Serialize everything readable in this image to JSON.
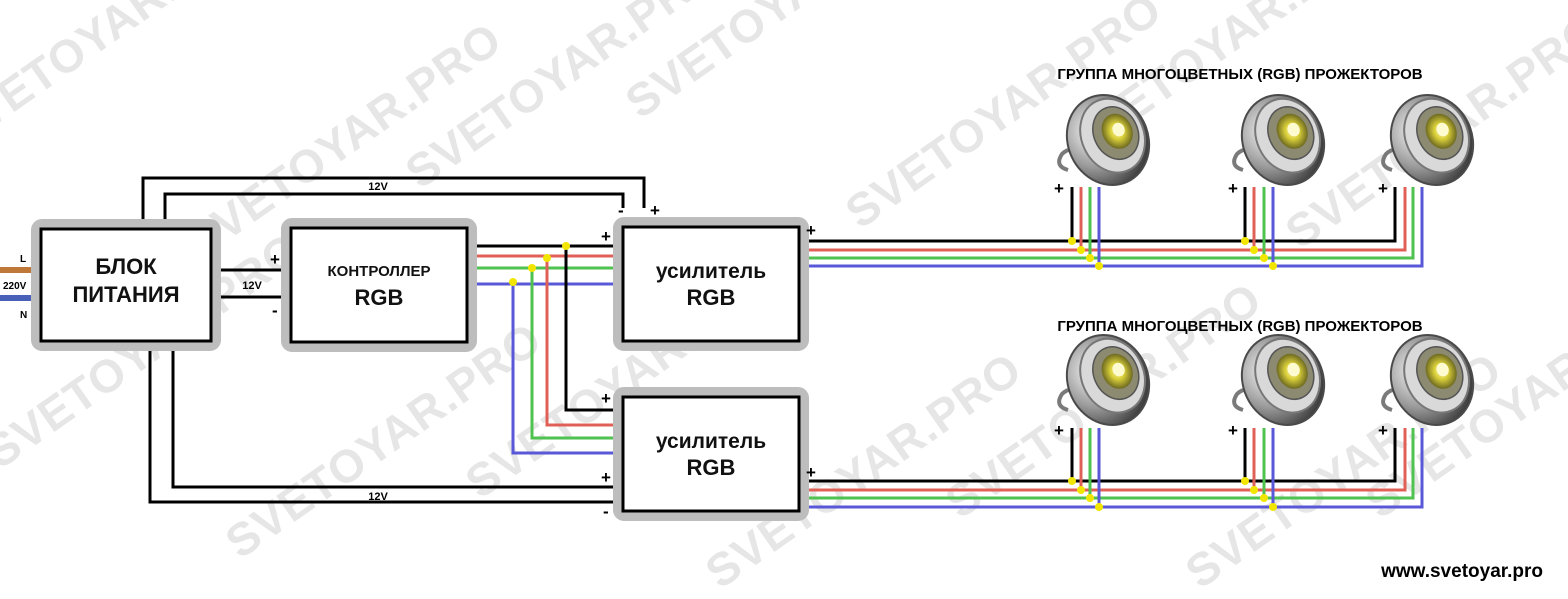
{
  "watermark": "SVETOYAR.PRO",
  "power_supply": {
    "line1": "БЛОК",
    "line2": "ПИТАНИЯ"
  },
  "mains": {
    "l": "L",
    "voltage": "220V",
    "n": "N"
  },
  "controller": {
    "line1": "КОНТРОЛЛЕР",
    "line2": "RGB"
  },
  "amplifier_1": {
    "line1": "усилитель",
    "line2": "RGB"
  },
  "amplifier_2": {
    "line1": "усилитель",
    "line2": "RGB"
  },
  "voltage_label": "12V",
  "plus": "+",
  "minus": "-",
  "group_1_title": "ГРУППА МНОГОЦВЕТНЫХ (RGB) ПРОЖЕКТОРОВ",
  "group_2_title": "ГРУППА МНОГОЦВЕТНЫХ (RGB) ПРОЖЕКТОРОВ",
  "website": "www.svetoyar.pro",
  "colors": {
    "red_wire": "#e06058",
    "green_wire": "#4fc24f",
    "blue_wire": "#5858d8",
    "black_wire": "#000000",
    "junction": "#f2e600",
    "block_border": "#bdbdbd"
  }
}
